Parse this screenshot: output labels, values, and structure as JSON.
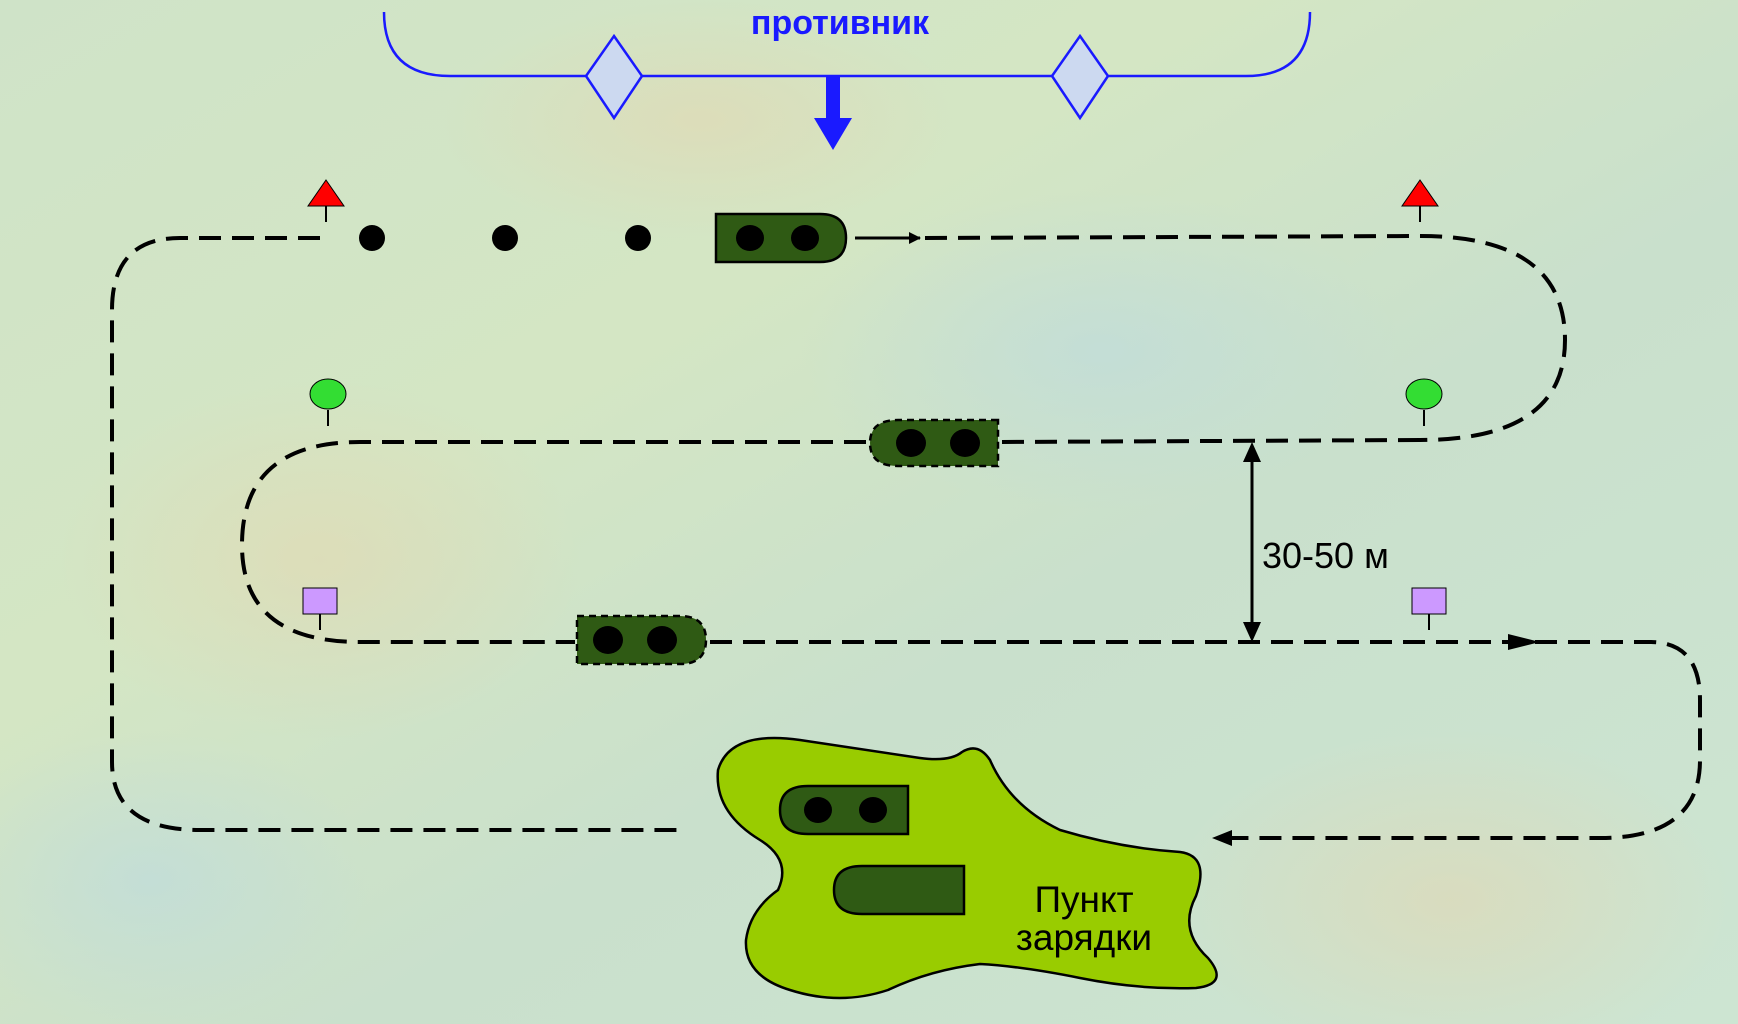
{
  "diagram": {
    "enemy_label": "противник",
    "distance_label": "30-50 м",
    "charging_point_label_line1": "Пункт",
    "charging_point_label_line2": "зарядки"
  },
  "colors": {
    "enemy_blue": "#1a1aff",
    "vehicle_dark_green": "#2f5a14",
    "charging_zone_green": "#99cc00",
    "red_marker": "#ff0000",
    "green_marker": "#33dd33",
    "violet_marker": "#cc99ff"
  },
  "icons": {
    "red_markers": "triangle-flag-icon",
    "green_markers": "round-flag-icon",
    "violet_markers": "square-flag-icon",
    "vehicles": "tracked-vehicle-icon"
  }
}
